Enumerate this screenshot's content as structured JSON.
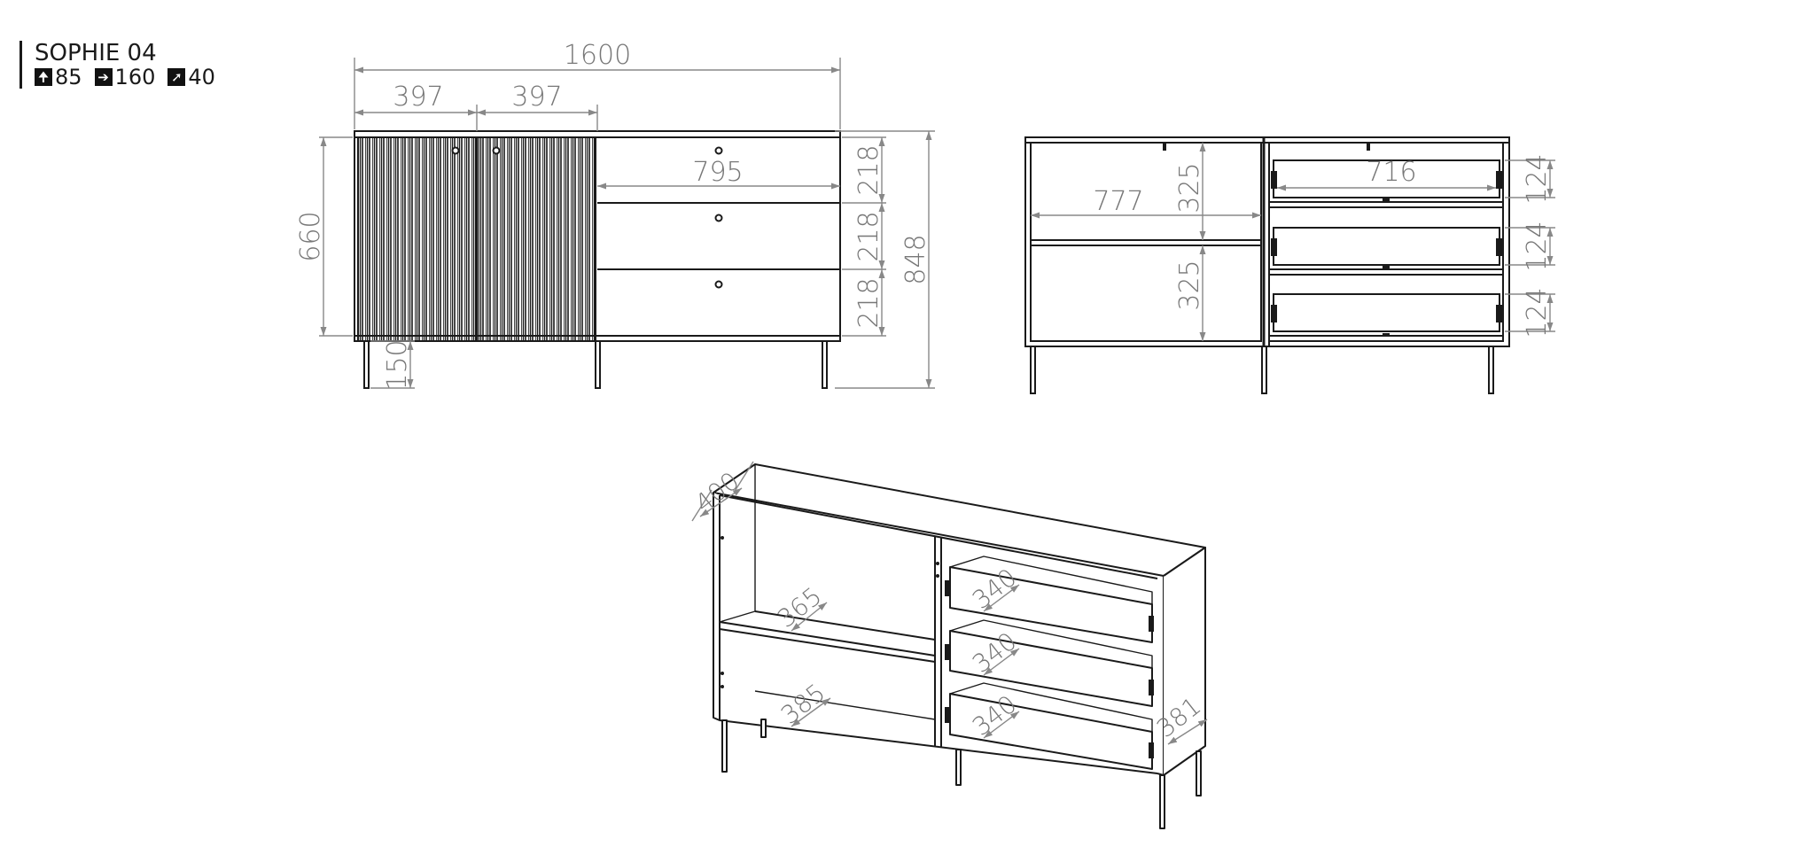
{
  "product": {
    "name": "SOPHIE 04",
    "specs": [
      {
        "icon": "height-arrow-icon",
        "glyph": "🠉",
        "value": "85"
      },
      {
        "icon": "width-arrow-icon",
        "glyph": "➔",
        "value": "160"
      },
      {
        "icon": "depth-arrow-icon",
        "glyph": "➚",
        "value": "40"
      }
    ]
  },
  "front_view": {
    "width_total": "1600",
    "door_left": "397",
    "door_right": "397",
    "drawer_width": "795",
    "drawer_1": "218",
    "drawer_2": "218",
    "drawer_3": "218",
    "body_height": "660",
    "total_height": "848",
    "leg_height": "150"
  },
  "open_view": {
    "inner_width": "777",
    "shelf_upper": "325",
    "shelf_lower": "325",
    "drawer_inner_width": "716",
    "drawer_h1": "124",
    "drawer_h2": "124",
    "drawer_h3": "124"
  },
  "iso_view": {
    "depth": "400",
    "shelf_depth_upper": "365",
    "shelf_depth_lower": "385",
    "drawer_depth_1": "340",
    "drawer_depth_2": "340",
    "drawer_depth_3": "340",
    "side_depth": "381"
  },
  "colors": {
    "line": "#1a1a1a",
    "dimension": "#777777"
  }
}
